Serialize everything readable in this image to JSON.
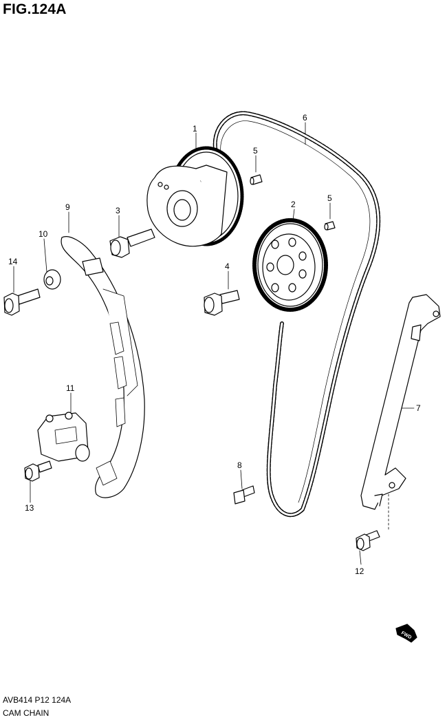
{
  "figure": {
    "title": "FIG.124A"
  },
  "callouts": [
    {
      "id": "1",
      "label": "1"
    },
    {
      "id": "2",
      "label": "2"
    },
    {
      "id": "3",
      "label": "3"
    },
    {
      "id": "4",
      "label": "4"
    },
    {
      "id": "5a",
      "label": "5"
    },
    {
      "id": "5b",
      "label": "5"
    },
    {
      "id": "6",
      "label": "6"
    },
    {
      "id": "7",
      "label": "7"
    },
    {
      "id": "8",
      "label": "8"
    },
    {
      "id": "9",
      "label": "9"
    },
    {
      "id": "10",
      "label": "10"
    },
    {
      "id": "11",
      "label": "11"
    },
    {
      "id": "12",
      "label": "12"
    },
    {
      "id": "13",
      "label": "13"
    },
    {
      "id": "14",
      "label": "14"
    }
  ],
  "direction_indicator": {
    "label": "FWD"
  },
  "footer": {
    "code": "AVB414 P12 124A",
    "name": "CAM CHAIN"
  }
}
